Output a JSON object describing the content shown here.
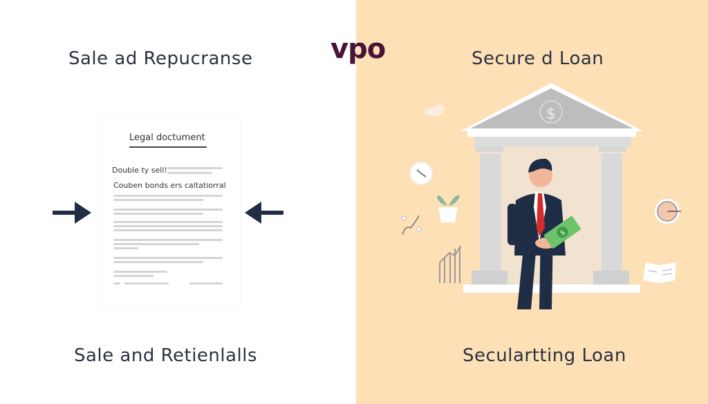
{
  "logo": {
    "text": "vpo",
    "color": "#4a1236"
  },
  "left": {
    "title": "Sale ad Repucranse",
    "caption": "Sale and Retienlalls",
    "background": "#ffffff",
    "document": {
      "title": "Legal doctument",
      "line1": "Double ty sell!",
      "line2": "Couben bonds ers caltatiorral"
    },
    "arrows": [
      "arrow-right-icon",
      "arrow-left-icon"
    ]
  },
  "right": {
    "title": "Secure d Loan",
    "caption": "Seculartting Loan",
    "background": "#fde0b6",
    "illustration": {
      "building": "bank-icon",
      "pediment_symbol": "$",
      "person": "businessman",
      "held_item": "cash-banknote",
      "decorations": [
        "cloud-icon",
        "wall-clock-icon",
        "plant-icon",
        "molecule-icon",
        "bar-chart-icon",
        "clock-icon",
        "open-book-icon"
      ]
    }
  },
  "colors": {
    "text": "#2a3240",
    "arrow": "#1f2d45",
    "suit": "#1f2d45",
    "tie": "#d62b2b",
    "money": "#6cc36a",
    "column": "#d9d9d9"
  }
}
